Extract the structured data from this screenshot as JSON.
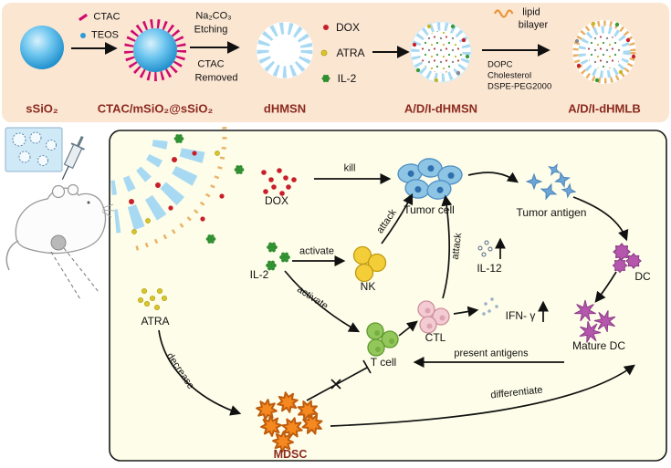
{
  "top": {
    "steps": [
      "sSiO₂",
      "CTAC/mSiO₂@sSiO₂",
      "dHMSN",
      "A/D/I-dHMSN",
      "A/D/I-dHMLB"
    ],
    "arrow1": {
      "ctac": "CTAC",
      "teos": "TEOS"
    },
    "arrow2": {
      "na2co3": "Na₂CO₃",
      "etching": "Etching",
      "ctac": "CTAC",
      "removed": "Removed"
    },
    "cargo": {
      "dox": "DOX",
      "atra": "ATRA",
      "il2": "IL-2"
    },
    "arrow4": {
      "lipid": "lipid",
      "bilayer": "bilayer",
      "dopc": "DOPC",
      "cholesterol": "Cholesterol",
      "dspe": "DSPE-PEG2000"
    }
  },
  "map": {
    "dox": "DOX",
    "kill": "kill",
    "tumor_cell": "Tumor cell",
    "tumor_antigen": "Tumor antigen",
    "il2": "IL-2",
    "activate1": "activate",
    "activate2": "activate",
    "nk": "NK",
    "attack1": "attack",
    "attack2": "attack",
    "t_cell": "T cell",
    "ctl": "CTL",
    "ifn_gamma": "IFN- γ",
    "il12": "IL-12",
    "dc": "DC",
    "mature_dc": "Mature DC",
    "atra": "ATRA",
    "decrease": "decrease",
    "mdsc": "MDSC",
    "present_antigens": "present antigens",
    "differentiate": "differentiate"
  },
  "colors": {
    "top_bg": "#fbe6d2",
    "panel_bg": "#fdfde9",
    "step_label": "#8b2a1f",
    "ctac_magenta": "#cf0a6e",
    "silica_blue": "#2b9fdc",
    "shell_blue": "#a8d9f2",
    "dox_red": "#c81f2a",
    "atra_yellow": "#d8c52e",
    "il2_green": "#2f8f2f",
    "lipid_orange": "#e8a85c",
    "tumor_blue": "#8ec4e4",
    "nk_yellow": "#f3ce39",
    "tcell_green": "#93c75b",
    "ctl_pink": "#f3cbd2",
    "dc_purple": "#b557ad",
    "mdsc_orange": "#f5891f"
  }
}
